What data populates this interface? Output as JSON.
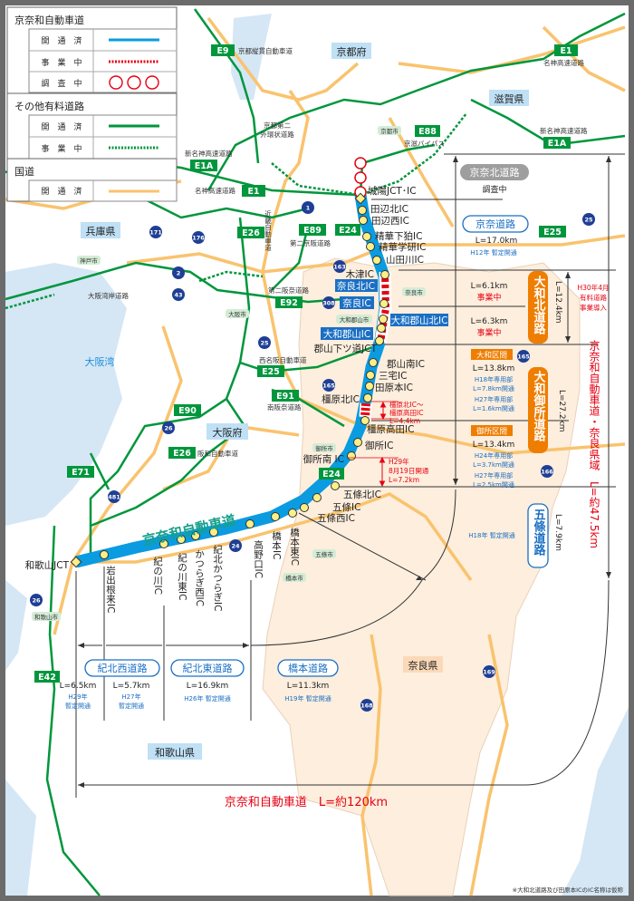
{
  "legend": {
    "keinawa_title": "京奈和自動車道",
    "keinawa_rows": [
      "開　通　済",
      "事　業　中",
      "調　査　中"
    ],
    "toll_title": "その他有料道路",
    "toll_rows": [
      "開　通　済",
      "事　業　中"
    ],
    "national_title": "国道",
    "national_rows": [
      "開　通　済"
    ]
  },
  "colors": {
    "keinawa": "#0a9be0",
    "planned": "#e60012",
    "toll": "#00963c",
    "national": "#f9c36e",
    "nara": "#fdeedd",
    "sea": "#d5e6f5"
  },
  "prefectures": [
    "京都府",
    "滋賀県",
    "兵庫県",
    "大阪府",
    "奈良県",
    "和歌山県"
  ],
  "bay": "大阪湾",
  "badges": [
    "E9",
    "E1",
    "E88",
    "E1A",
    "E1A",
    "E1",
    "E26",
    "E89",
    "E24",
    "E25",
    "E92",
    "E25",
    "E91",
    "E90",
    "E26",
    "E71",
    "E24",
    "E42"
  ],
  "road_names": [
    "京都縦貫自動車道",
    "名神高速道路",
    "京都第二",
    "外環状道路",
    "京滋バイパス",
    "新名神高速道路",
    "新名神高速道路",
    "名神高速道路",
    "近畿自動車道",
    "第二京阪道路",
    "第二阪奈道路",
    "大阪湾岸道路",
    "西名阪自動車道",
    "南阪奈道路",
    "阪和自動車道"
  ],
  "shields": [
    "1",
    "171",
    "176",
    "2",
    "43",
    "163",
    "308",
    "25",
    "25",
    "165",
    "165",
    "166",
    "26",
    "481",
    "24",
    "26",
    "169",
    "168"
  ],
  "cities": [
    "神戸市",
    "大阪市",
    "京都市",
    "奈良市",
    "大和郡山市",
    "御所市",
    "五條市",
    "橋本市",
    "和歌山市"
  ],
  "ics": {
    "joyo": "城陽JCT･IC",
    "tanabe_n": "田辺北IC",
    "tanabe_w": "田辺西IC",
    "seika_shimo": "精華下狛IC",
    "seika_gaku": "精華学研IC",
    "yamadagawa": "山田川IC",
    "kizu": "木津IC",
    "nara_n": "奈良北IC",
    "nara": "奈良IC",
    "koriyama_n": "大和郡山北IC",
    "koriyama": "大和郡山IC",
    "shimotsu": "郡山下ツ道JCT",
    "koriyama_s": "郡山南IC",
    "miyake": "三宅IC",
    "tawaramoto": "田原本IC",
    "kashihara_n": "橿原北IC",
    "kashihara_t": "橿原高田IC",
    "gose": "御所IC",
    "gose_s": "御所南 IC",
    "gojo_n": "五條北IC",
    "gojo": "五條IC",
    "gojo_w": "五條西IC",
    "hashimoto_e": "橋本東IC",
    "hashimoto": "橋本IC",
    "koyaguchi": "高野口IC",
    "kihoku_katsuragi": "紀北かつらぎIC",
    "katsuragi_w": "かつらぎ西IC",
    "kinokawa_e": "紀の川東IC",
    "kinokawa": "紀の川IC",
    "iwade": "岩出根来IC",
    "wakayama_jct": "和歌山JCT"
  },
  "route_title": "京奈和自動車道",
  "sections": {
    "keinakita": {
      "name": "京奈北道路",
      "status": "調査中"
    },
    "keina": {
      "name": "京奈道路",
      "length": "L=17.0km",
      "note": "H12年 暫定開通"
    },
    "yamato_kita": {
      "name": "大和北道路",
      "length": "L=12.4km",
      "sub1_length": "L=6.1km",
      "sub1_status": "事業中",
      "sub2_length": "L=6.3km",
      "sub2_status": "事業中",
      "note": [
        "H30年4月",
        "有料道路",
        "事業導入"
      ]
    },
    "yamato_gose": {
      "name": "大和御所道路",
      "length": "L=27.2km",
      "yamato": {
        "label": "大和区間",
        "length": "L=13.8km",
        "notes": [
          "H18年専用部",
          "L=7.8km開通",
          "H27年専用部",
          "L=1.6km開通"
        ]
      },
      "gose": {
        "label": "御所区間",
        "length": "L=13.4km",
        "notes": [
          "H24年専用部",
          "L=3.7km開通",
          "H27年専用部",
          "L=2.5km開通"
        ]
      },
      "red1": [
        "橿原北IC～",
        "橿原高田IC",
        "L=4.4km"
      ],
      "red2": [
        "H29年",
        "8月19日開通",
        "L=7.2km"
      ]
    },
    "gojo": {
      "name": "五條道路",
      "length": "L=7.9km",
      "note": "H18年 暫定開通"
    },
    "nara_total": "京奈和自動車道・奈良県域　L=約47.5km",
    "kihoku_nishi": {
      "name": "紀北西道路",
      "len1": "L=6.5km",
      "note1": [
        "H29年",
        "暫定開通"
      ],
      "len2": "L=5.7km",
      "note2": [
        "H27年",
        "暫定開通"
      ]
    },
    "kihoku_higashi": {
      "name": "紀北東道路",
      "length": "L=16.9km",
      "note": "H26年 暫定開通"
    },
    "hashimoto": {
      "name": "橋本道路",
      "length": "L=11.3km",
      "note": "H19年 暫定開通"
    },
    "total": "京奈和自動車道　L=約120km"
  },
  "footnote": "※大和北道路及び田原本ICのIC名称は仮称"
}
